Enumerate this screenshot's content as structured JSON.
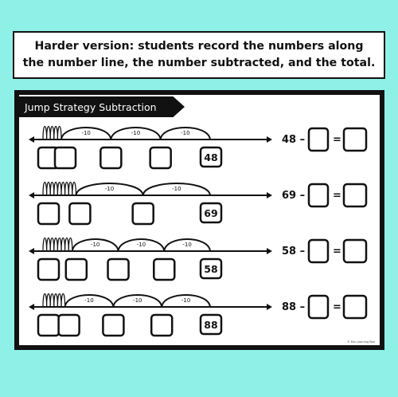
{
  "instructions": "Harder version: students record the numbers along the number line, the number subtracted, and the total.",
  "worksheet": {
    "title": "Jump Strategy Subtraction",
    "rows": [
      {
        "start": "48",
        "jump_label": "-10",
        "minus": "–",
        "equals": "=",
        "tens": 3,
        "ones": 5
      },
      {
        "start": "69",
        "jump_label": "-10",
        "minus": "–",
        "equals": "=",
        "tens": 2,
        "ones": 9
      },
      {
        "start": "58",
        "jump_label": "-10",
        "minus": "–",
        "equals": "=",
        "tens": 3,
        "ones": 8
      },
      {
        "start": "88",
        "jump_label": "-10",
        "minus": "–",
        "equals": "=",
        "tens": 3,
        "ones": 6
      }
    ],
    "credit": "© Mrs Learning Bee"
  },
  "colors": {
    "background": "#8ff0e8",
    "frame": "#111111",
    "paper": "#ffffff"
  }
}
